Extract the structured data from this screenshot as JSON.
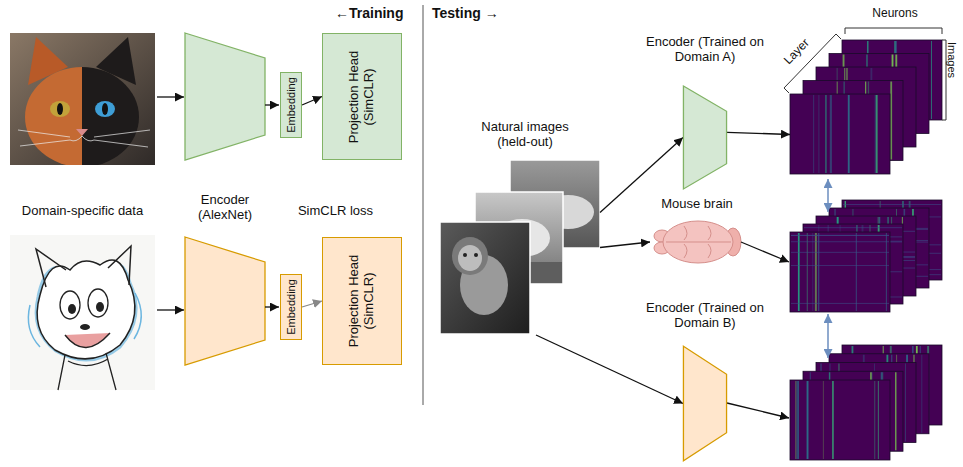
{
  "diagram": {
    "nodes": [
      {
        "text": [
          "Embedding"
        ]
      },
      {
        "text": [
          "Projection Head (SimCLR)"
        ]
      },
      {
        "text": [
          "Embedding"
        ]
      },
      {
        "text": [
          "Projection Head (SimCLR)"
        ]
      },
      {
        "text": [
          "Natural images (held-out)"
        ]
      },
      {
        "text": [
          "Encoder (Trained on Domain A)"
        ]
      },
      {
        "text": [
          "Mouse brain"
        ]
      },
      {
        "text": [
          "Encoder (Trained on Domain B)"
        ]
      },
      {
        "text": [
          "Neurons",
          "Layer",
          "Images"
        ]
      }
    ],
    "edges": [
      {
        "from": 0,
        "to": 1,
        "arrow": "to"
      },
      {
        "from": 2,
        "to": 3,
        "arrow": "to"
      },
      {
        "from": 4,
        "to": 5,
        "arrow": "to"
      },
      {
        "from": 4,
        "to": 6,
        "arrow": "to"
      },
      {
        "from": 4,
        "to": 7,
        "arrow": "to"
      },
      {
        "from": 5,
        "to": 8,
        "arrow": "to"
      }
    ],
    "labels": [
      "←Training",
      "Testing →",
      "Domain-specific data",
      "Encoder (AlexNet)",
      "SimCLR loss"
    ]
  }
}
